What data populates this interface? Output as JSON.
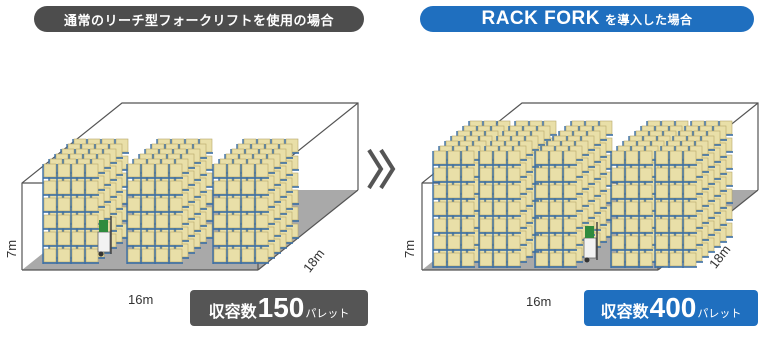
{
  "left_panel": {
    "title": "通常のリーチ型フォークリフトを使用の場合",
    "height_label": "7m",
    "width_label": "16m",
    "depth_label": "18m",
    "capacity_prefix": "収容数",
    "capacity_value": "150",
    "capacity_unit": "パレット"
  },
  "right_panel": {
    "title_brand": "RACK FORK",
    "title_rest": "を導入した場合",
    "height_label": "7m",
    "width_label": "16m",
    "depth_label": "18m",
    "capacity_prefix": "収容数",
    "capacity_value": "400",
    "capacity_unit": "パレット"
  },
  "colors": {
    "left_title_bg": "#4d4d4d",
    "right_title_bg": "#1f6fbf",
    "floor": "#9a9a9a",
    "rack_frame": "#3a6ea5",
    "box": "#e9dfa8"
  },
  "icons": [
    "double-chevron-right-icon",
    "forklift-icon"
  ]
}
